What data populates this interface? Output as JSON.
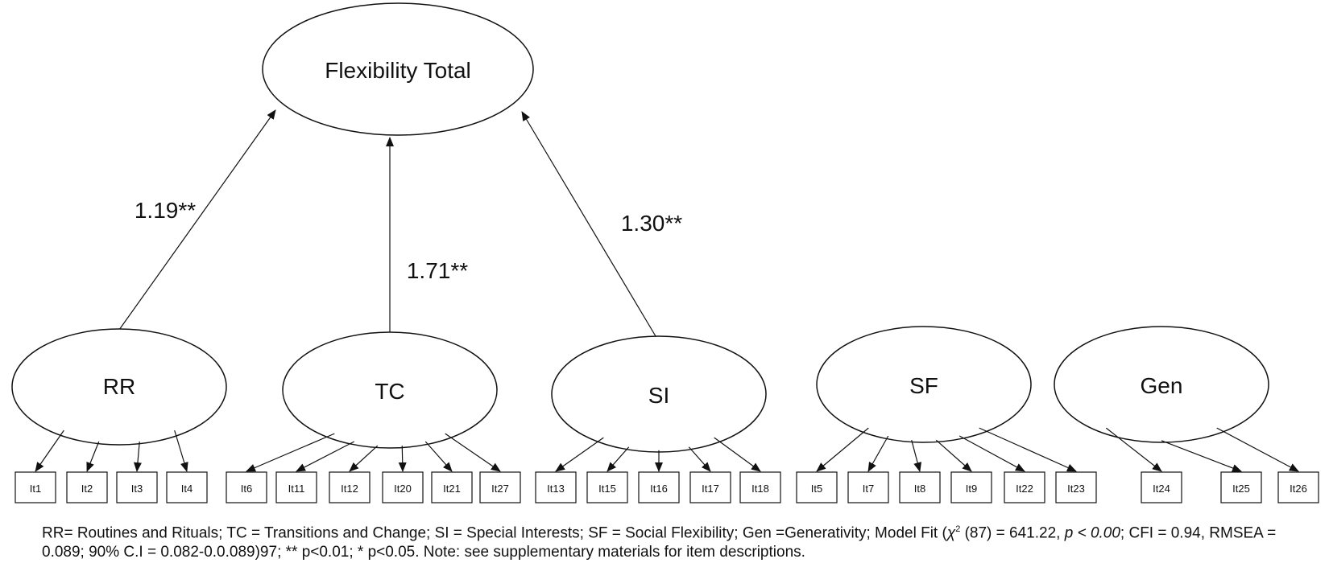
{
  "diagram": {
    "top_factor": "Flexibility Total",
    "loadings": [
      "1.19**",
      "1.71**",
      "1.30**"
    ],
    "factors": [
      {
        "label": "RR",
        "items": [
          "It1",
          "It2",
          "It3",
          "It4"
        ]
      },
      {
        "label": "TC",
        "items": [
          "It6",
          "It11",
          "It12",
          "It20",
          "It21",
          "It27"
        ]
      },
      {
        "label": "SI",
        "items": [
          "It13",
          "It15",
          "It16",
          "It17",
          "It18"
        ]
      },
      {
        "label": "SF",
        "items": [
          "It5",
          "It7",
          "It8",
          "It9",
          "It22",
          "It23"
        ]
      },
      {
        "label": "Gen",
        "items": [
          "It24",
          "It25",
          "It26"
        ]
      }
    ]
  },
  "caption": {
    "p1": "RR= Routines and Rituals; TC = Transitions and Change; SI = Special Interests; SF = Social Flexibility; Gen =Generativity; Model Fit (",
    "chi": "χ",
    "sup": "2",
    "p2": " (87) = 641.22, ",
    "p_italic": "p < 0.00",
    "p3": "; CFI = 0.94, RMSEA = 0.089; 90% C.I = 0.082-0.0.089)97; ** p<0.01; * p<0.05. Note: see supplementary materials for item descriptions."
  }
}
